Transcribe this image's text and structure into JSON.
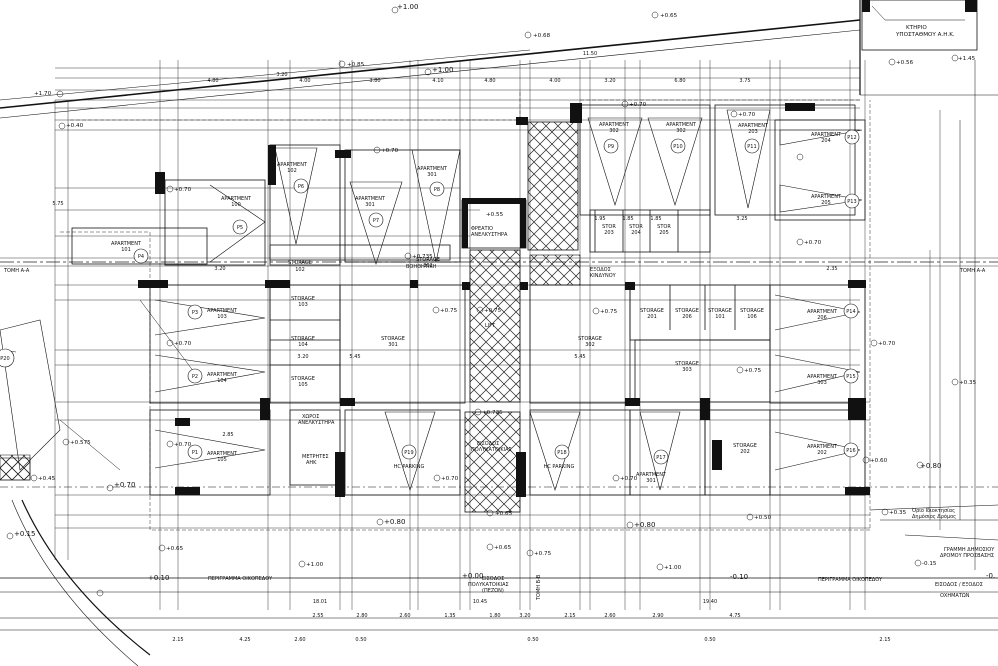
{
  "levels": {
    "l_100_top": "+1.00",
    "l_085_top": "+0.85",
    "l_068": "+0.68",
    "l_065": "+0.65",
    "l_170": "+1.70",
    "l_040": "+0.40",
    "l_100_mid": "+1.00",
    "l_070_c": "+0.70",
    "l_070_a": "+0.70",
    "l_070_b": "+0.70",
    "l_070_d": "+0.70",
    "l_056": "+0.56",
    "l_145": "+1.45",
    "l_0735": "+0.735",
    "l_070_e": "+0.70",
    "l_075_a": "+0.75",
    "l_075_b": "+0.75",
    "l_075_c": "+0.75",
    "l_070_f": "+0.70",
    "l_070_g": "+0.70",
    "l_035": "+0.35",
    "l_0575": "+0.575",
    "l_045": "+0.45",
    "l_0735_b": "+0.735",
    "l_060": "+0.60",
    "l_080_r": "+0.80",
    "l_070_w": "+0.70",
    "l_070_h": "+0.70",
    "l_070_i": "+0.70",
    "l_080_a": "+0.80",
    "l_080_b": "+0.80",
    "l_050": "+0.50",
    "l_035_b": "+0.35",
    "l_015": "+0.15",
    "l_065_b": "+0.65",
    "l_100_b": "+1.00",
    "l_065_c": "+0.65",
    "l_075_d": "+0.75",
    "l_010": "+0.10",
    "l_000": "+0.00",
    "l_m010": "-0.10",
    "l_m015": "-0.15",
    "l_m0": "-0.",
    "l_055": "+0.55"
  },
  "rooms": {
    "apt101": [
      "APARTMENT",
      "101"
    ],
    "apt100": [
      "APARTMENT",
      "100"
    ],
    "apt102": [
      "APARTMENT",
      "102"
    ],
    "apt301t": [
      "APARTMENT",
      "301"
    ],
    "apt301b": [
      "APARTMENT",
      "301"
    ],
    "apt302": [
      "APARTMENT",
      "302"
    ],
    "apt302b": [
      "APARTMENT",
      "302"
    ],
    "apt203": [
      "APARTMENT",
      "203"
    ],
    "apt204": [
      "APARTMENT",
      "204"
    ],
    "apt205": [
      "APARTMENT",
      "205"
    ],
    "apt103": [
      "APARTMENT",
      "103"
    ],
    "apt104": [
      "APARTMENT",
      "104"
    ],
    "apt105": [
      "APARTMENT",
      "105"
    ],
    "apt206": [
      "APARTMENT",
      "206"
    ],
    "apt303": [
      "APARTMENT",
      "303"
    ],
    "apt202": [
      "APARTMENT",
      "202"
    ],
    "apt301c": [
      "APARTMENT",
      "301"
    ],
    "stor203": [
      "STOR",
      "203"
    ],
    "stor204": [
      "STOR",
      "204"
    ],
    "stor205": [
      "STOR",
      "205"
    ],
    "st102": [
      "STORAGE",
      "102"
    ],
    "st301": [
      "STORAGE",
      "301"
    ],
    "st103": [
      "STORAGE",
      "103"
    ],
    "st104": [
      "STORAGE",
      "104"
    ],
    "st105": [
      "STORAGE",
      "105"
    ],
    "st301b": [
      "STORAGE",
      "301"
    ],
    "st302": [
      "STORAGE",
      "302"
    ],
    "st303": [
      "STORAGE",
      "303"
    ],
    "st202": [
      "STORAGE",
      "202"
    ],
    "st201": [
      "STORAGE",
      "201"
    ],
    "st206": [
      "STORAGE",
      "206"
    ],
    "st101": [
      "STORAGE",
      "101"
    ],
    "st106": [
      "STORAGE",
      "106"
    ]
  },
  "parking": [
    "P1",
    "P2",
    "P3",
    "P4",
    "P5",
    "P6",
    "P7",
    "P8",
    "P9",
    "P10",
    "P11",
    "P12",
    "P13",
    "P14",
    "P15",
    "P16",
    "P17",
    "P18",
    "P19",
    "P20"
  ],
  "hc_parking": "HC PARKING",
  "labels": {
    "section_aa": "ΤΟΜΗ Α-Α",
    "section_bb": "ΤΟΜΗ Β-Β",
    "substation": [
      "ΚΤΗΡΙΟ",
      "ΥΠΟΣΤΑΘΜΟΥ Α.Η.Κ."
    ],
    "exit_emergency": [
      "ΕΞΟΔΟΣ",
      "ΚΙΝΔΥΝΟΥ"
    ],
    "aux": "ΒΟΗΘΗΤΙΚΗ",
    "lift": "LIFT",
    "lift_shaft": [
      "ΦΡΕΑΤΙΟ",
      "ΑΝΕΛΚΥΣΤΗΡΑ"
    ],
    "corridor_lift": [
      "ΧΩΡΟΣ",
      "ΑΝΕΛΚΥΣΤΗΡΑ"
    ],
    "meters": [
      "ΜΕΤΡΗΤΕΣ",
      "ΑΗΚ"
    ],
    "entrance_block": [
      "ΕΙΣΟΔΟΣ",
      "ΠΟΛΥΚΑΤΟΙΚΙΑΣ"
    ],
    "entrance_ped": [
      "ΕΙΣΟΔΟΣ",
      "ΠΟΛΥΚΑΤΟΙΚΙΑΣ",
      "(ΠΕΖΩΝ)"
    ],
    "perimeter_left": "ΠΕΡΙΓΡΑΜΜΑ ΟΙΚΟΠΕΔΟΥ",
    "perimeter_right": "ΠΕΡΙΓΡΑΜΜΑ ΟΙΚΟΠΕΔΟΥ",
    "vehicle_entry": [
      "ΕΙΣΟΔΟΣ / ΕΞΟΔΟΣ",
      "ΟΧΗΜΑΤΩΝ"
    ],
    "right_note": [
      "ΓΡΑΜΜΗ ΔΗΜΟΣΙΟΥ",
      "ΔΡΟΜΟΥ ΠΡΟΣΒΑΣΗΣ"
    ],
    "right_note2": [
      "Όριο Ιδιοκτησίας",
      "Δημόσιος Δρόμος"
    ]
  },
  "dims": {
    "top_1": "4.80",
    "top_2": "3.20",
    "top_3": "4.00",
    "top_4": "3.80",
    "top_5": "4.10",
    "top_6": "4.80",
    "top_7": "4.00",
    "top_8": "3.20",
    "top_9": "6.80",
    "top_10": "3.75",
    "top_total": "11.50",
    "bot_1": "2.15",
    "bot_2": "4.25",
    "bot_3": "2.60",
    "bot_4": "2.55",
    "bot_5": "2.80",
    "bot_6": "0.50",
    "bot_7": "2.60",
    "bot_8": "1.35",
    "bot_9": "1.80",
    "bot_10": "3.20",
    "bot_11": "0.50",
    "bot_12": "2.15",
    "bot_13": "2.60",
    "bot_14": "2.90",
    "bot_15": "4.75",
    "bot_16": "2.15",
    "bot_17": "0.50",
    "sub_1": "18.01",
    "sub_2": "10.45",
    "sub_3": "19.40",
    "inner_1": "1.95",
    "inner_2": "1.85",
    "inner_3": "1.85",
    "inner_4": "3.25",
    "inner_5": "5.45",
    "inner_6": "3.20",
    "inner_7": "5.45",
    "inner_8": "2.85",
    "side_l": "5.75",
    "side_r": "2.35",
    "side_r2": "3.20"
  }
}
